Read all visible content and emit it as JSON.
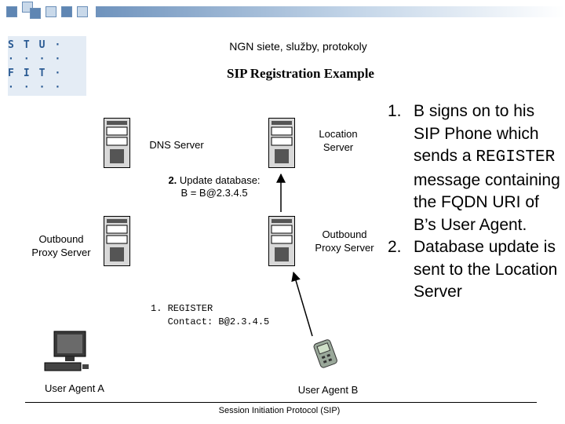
{
  "header": "NGN siete, služby, protokoly",
  "title": "SIP Registration Example",
  "logo": {
    "rows": [
      "STU·",
      "····",
      "FIT·",
      "····"
    ]
  },
  "nodes": {
    "dns_server": "DNS Server",
    "location_server": "Location\nServer",
    "outbound_proxy_left": "Outbound\nProxy Server",
    "outbound_proxy_right": "Outbound\nProxy Server",
    "user_agent_a": "User Agent A",
    "user_agent_b": "User Agent B"
  },
  "update_note": {
    "number": "2.",
    "text_line1": " Update database:",
    "text_line2": "B = B@2.3.4.5"
  },
  "register_message": "1. REGISTER\n   Contact: B@2.3.4.5",
  "bullets": [
    {
      "num": "1.",
      "before": "B signs on to his SIP Phone which sends a ",
      "mono": "REGISTER",
      "after": " message containing the FQDN URI of B’s User Agent."
    },
    {
      "num": "2.",
      "before": "Database update is sent to the Location Server",
      "mono": "",
      "after": ""
    }
  ],
  "footer": "Session Initiation Protocol (SIP)",
  "colors": {
    "accent": "#5f86b3",
    "server_body": "#d8d8d8"
  }
}
